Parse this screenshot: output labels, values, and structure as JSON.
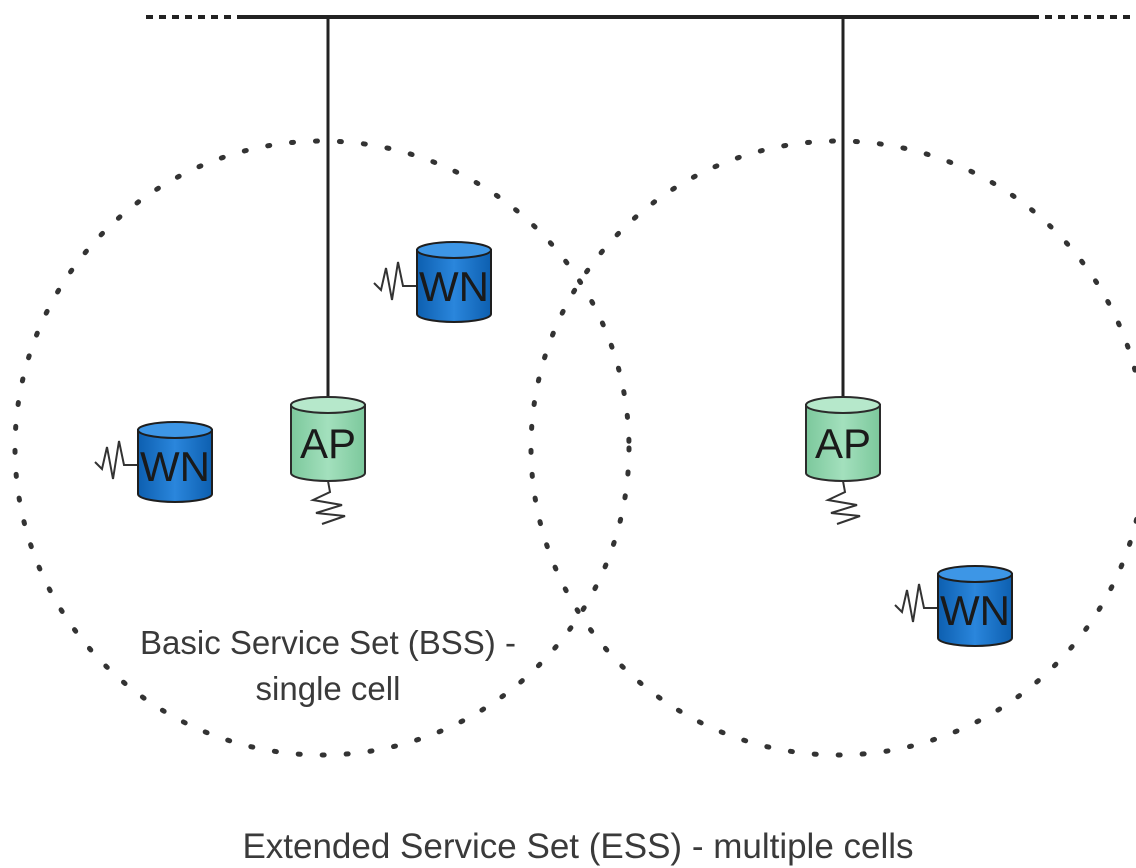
{
  "nodes": {
    "ap_left": {
      "label": "AP",
      "color": "#8fd4ae"
    },
    "ap_right": {
      "label": "AP",
      "color": "#8fd4ae"
    },
    "wn_top": {
      "label": "WN",
      "color": "#1a72c8"
    },
    "wn_left": {
      "label": "WN",
      "color": "#1a72c8"
    },
    "wn_right": {
      "label": "WN",
      "color": "#1a72c8"
    }
  },
  "labels": {
    "bss_line1": "Basic Service Set (BSS) -",
    "bss_line2": "single cell",
    "ess": "Extended Service Set (ESS) - multiple cells"
  }
}
